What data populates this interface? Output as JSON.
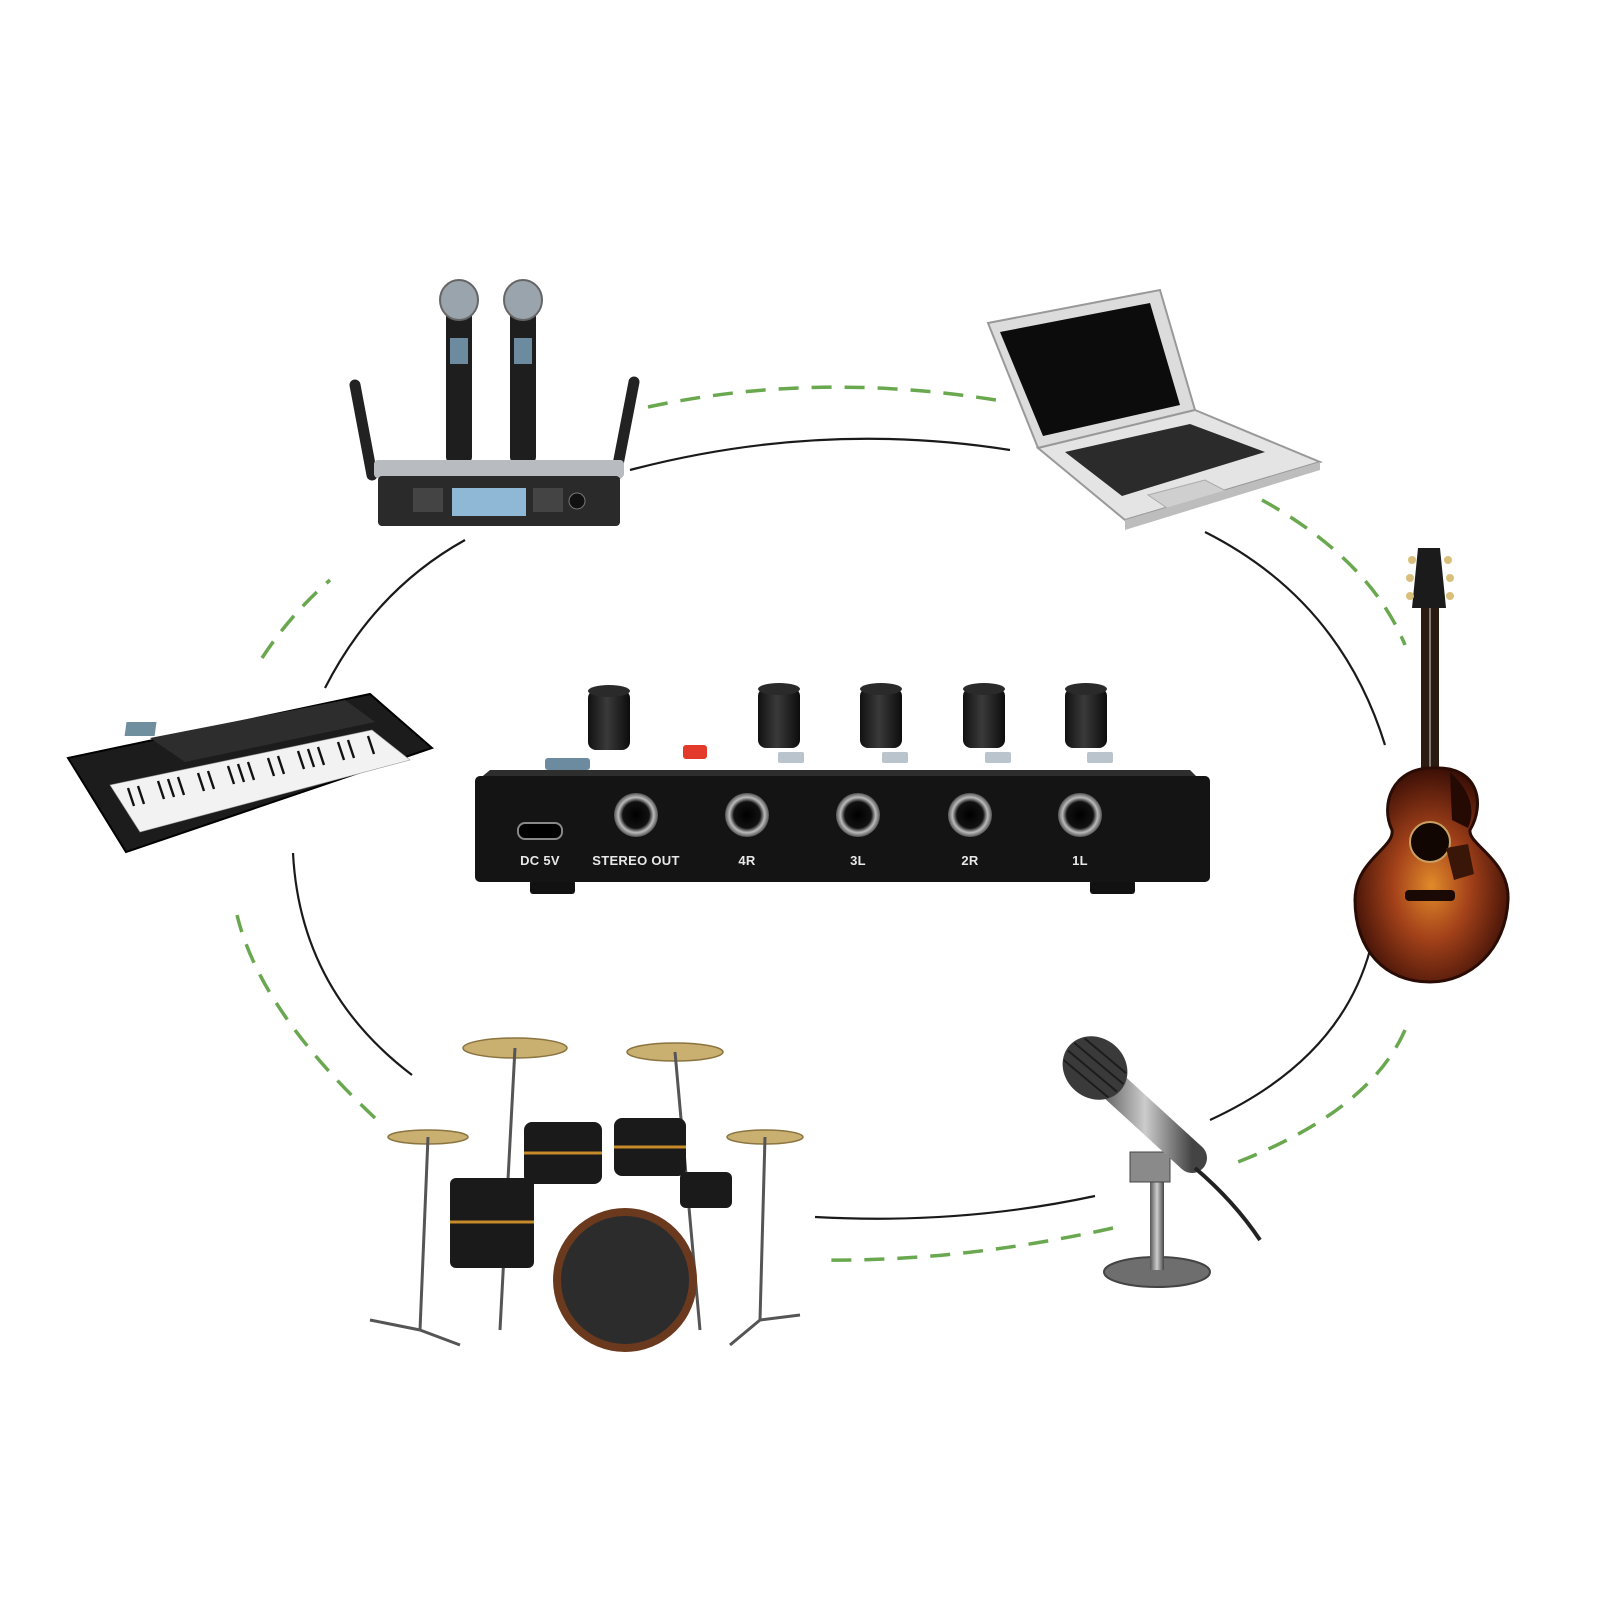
{
  "mixer": {
    "ports": {
      "dc": "DC 5V",
      "stereo_out": "STEREO OUT",
      "ch4": "4R",
      "ch3": "3L",
      "ch2": "2R",
      "ch1": "1L"
    }
  },
  "devices": [
    "wireless-microphone-system",
    "laptop",
    "acoustic-guitar",
    "desktop-microphone",
    "drum-kit",
    "electronic-keyboard"
  ],
  "colors": {
    "solid_line": "#1a1a1a",
    "dashed_line": "#6aa84f",
    "mixer_body": "#141414",
    "guitar_body": "#7a2a0e"
  }
}
